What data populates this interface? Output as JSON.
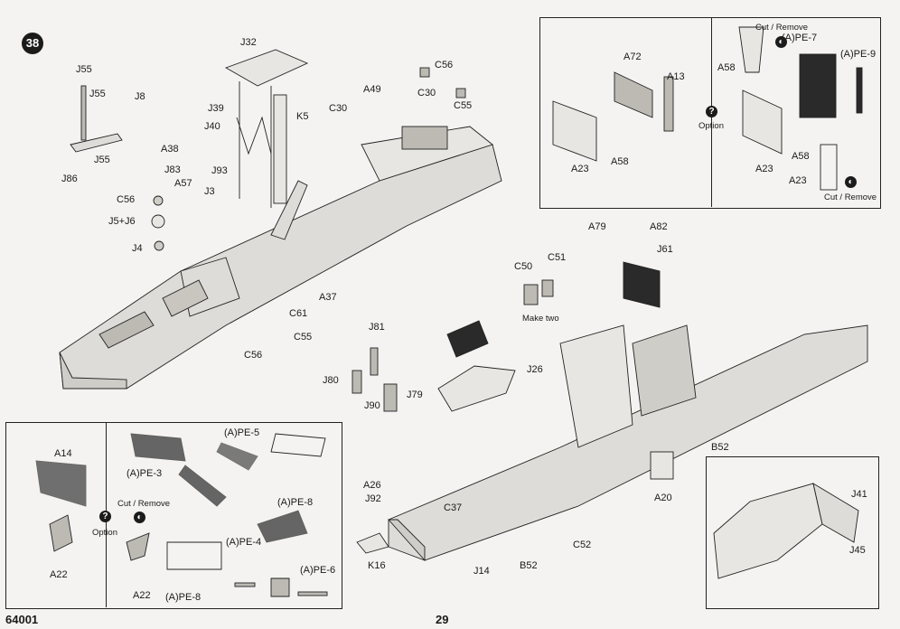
{
  "step_number": "38",
  "footer": {
    "catalog": "64001",
    "page": "29"
  },
  "notes": {
    "make_two": "Make two",
    "option_1": "Option",
    "option_2": "Option",
    "cut_remove_1": "Cut / Remove",
    "cut_remove_2": "Cut / Remove",
    "cut_remove_3": "Cut / Remove"
  },
  "icons": {
    "option": "question-mark-icon",
    "cut": "cut-icon"
  },
  "labels": {
    "j32": "J32",
    "j55a": "J55",
    "j55b": "J55",
    "j8": "J8",
    "j55c": "J55",
    "j86": "J86",
    "j39": "J39",
    "j40": "J40",
    "k5": "K5",
    "c30a": "C30",
    "a49": "A49",
    "c56a": "C56",
    "c30b": "C30",
    "c55a": "C55",
    "a38": "A38",
    "j83": "J83",
    "a57": "A57",
    "j93": "J93",
    "j3": "J3",
    "c56b": "C56",
    "j5j6": "J5+J6",
    "j4": "J4",
    "a37": "A37",
    "c61": "C61",
    "c55b": "C55",
    "c56c": "C56",
    "a72": "A72",
    "a13": "A13",
    "a23a": "A23",
    "a58a": "A58",
    "a58b": "A58",
    "ape7": "(A)PE-7",
    "ape9": "(A)PE-9",
    "a23b": "A23",
    "a58c": "A58",
    "a23c": "A23",
    "a79": "A79",
    "a82": "A82",
    "j61": "J61",
    "c51": "C51",
    "c50": "C50",
    "j81": "J81",
    "j26": "J26",
    "j80": "J80",
    "j79": "J79",
    "j90": "J90",
    "b52a": "B52",
    "a20": "A20",
    "a26": "A26",
    "j92": "J92",
    "c37": "C37",
    "c52": "C52",
    "k16": "K16",
    "j14": "J14",
    "b52b": "B52",
    "j41": "J41",
    "j45": "J45",
    "a14": "A14",
    "a22a": "A22",
    "ape5": "(A)PE-5",
    "ape3": "(A)PE-3",
    "ape8a": "(A)PE-8",
    "ape4": "(A)PE-4",
    "ape6": "(A)PE-6",
    "ape8b": "(A)PE-8",
    "a22b": "A22"
  }
}
